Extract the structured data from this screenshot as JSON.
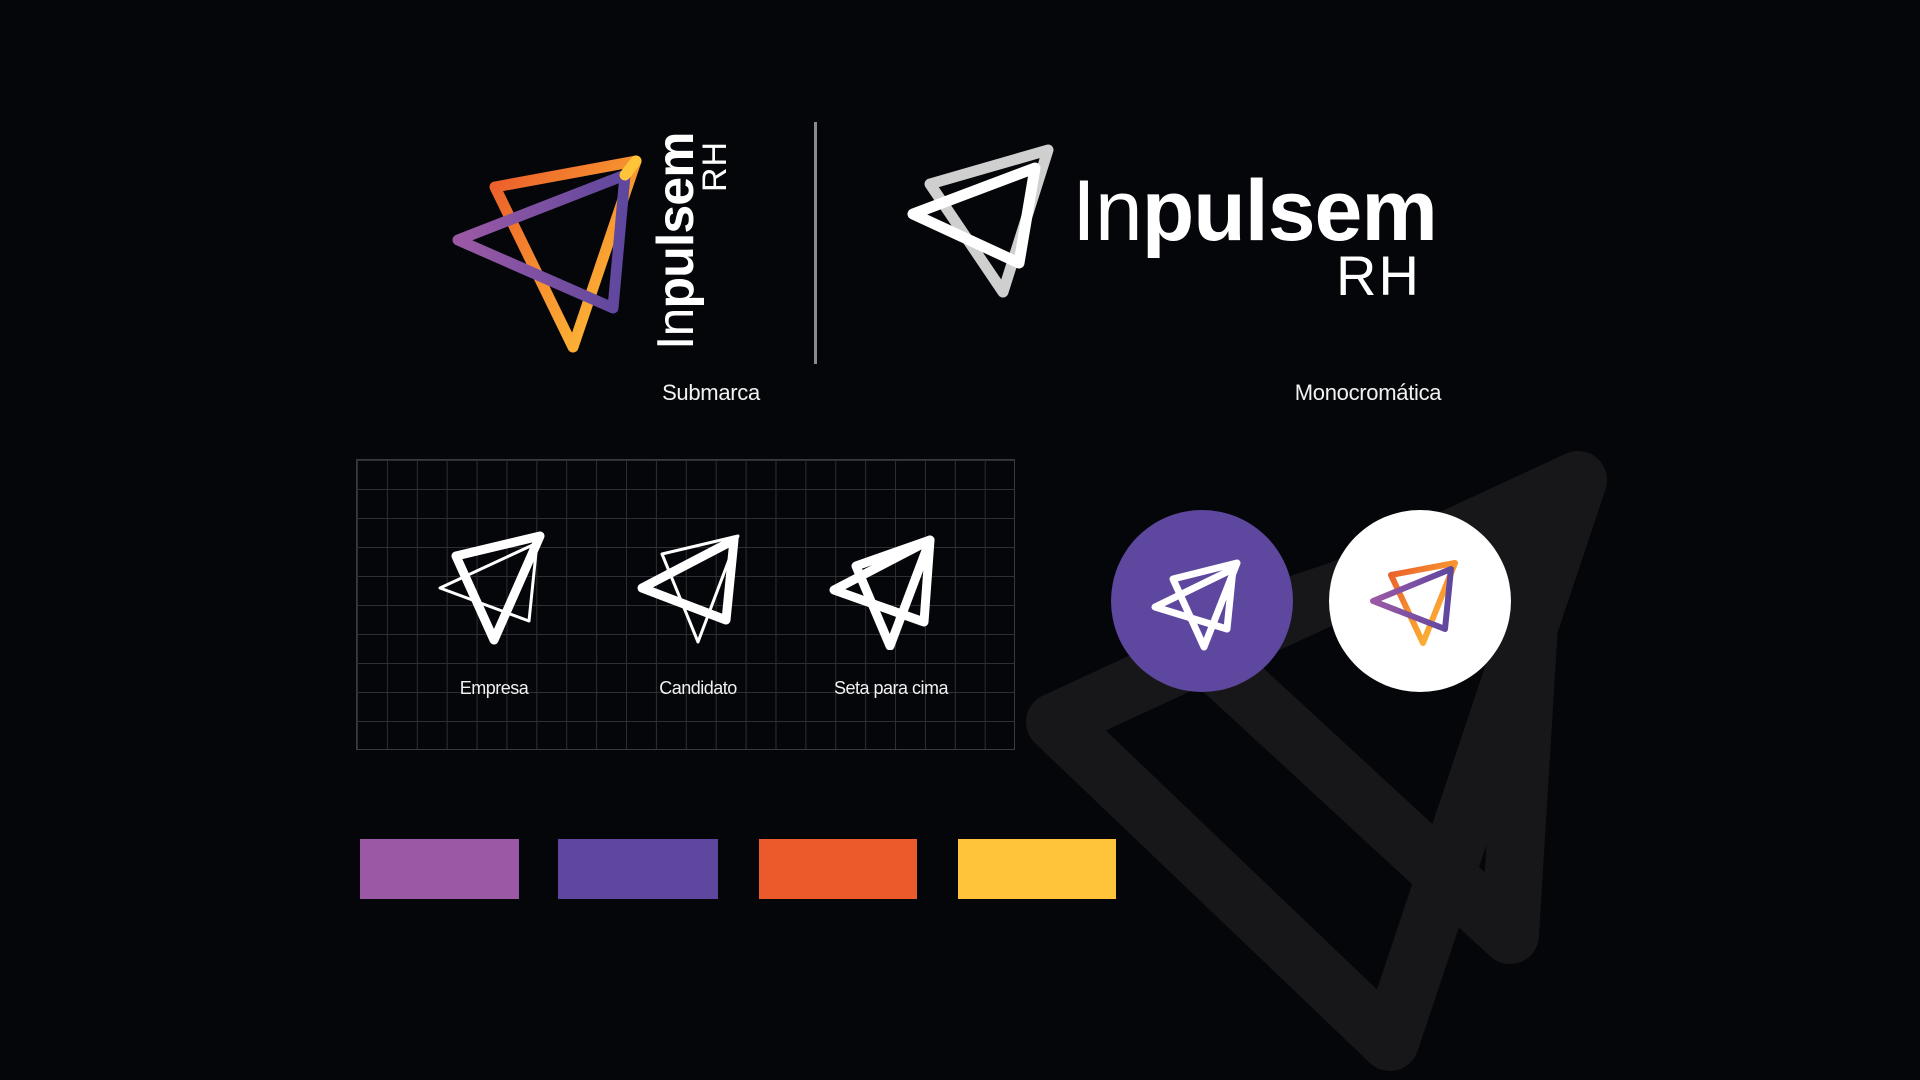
{
  "brand": {
    "name_light": "In",
    "name_bold": "pulsem",
    "suffix": "RH"
  },
  "labels": {
    "submarca": "Submarca",
    "monocromatica": "Monocromática"
  },
  "icon_grid": {
    "items": [
      {
        "label": "Empresa"
      },
      {
        "label": "Candidato"
      },
      {
        "label": "Seta para cima"
      }
    ]
  },
  "palette": {
    "colors": [
      "#9B59A5",
      "#5E479E",
      "#EA5A2B",
      "#FFC43A"
    ]
  },
  "icons": {
    "logo_mark": "paper-plane-triangle-icon"
  }
}
